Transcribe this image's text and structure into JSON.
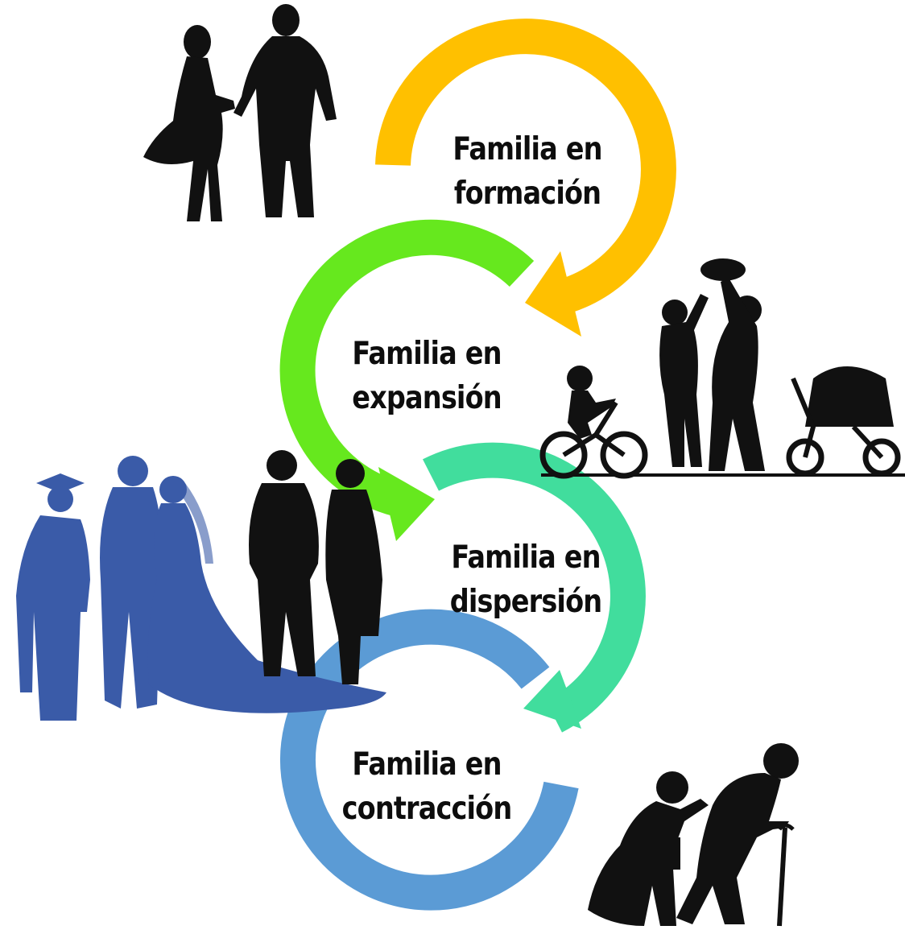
{
  "stages": [
    {
      "line1": "Familia en",
      "line2": "formación",
      "color": "#FFC000"
    },
    {
      "line1": "Familia en",
      "line2": "expansión",
      "color": "#66E81E"
    },
    {
      "line1": "Familia en",
      "line2": "dispersión",
      "color": "#41DD9D"
    },
    {
      "line1": "Familia en",
      "line2": "contracción",
      "color": "#5B9BD5"
    }
  ],
  "illustrations": [
    {
      "name": "young-couple-silhouette-icon",
      "color": "#111111"
    },
    {
      "name": "family-with-children-silhouette-icon",
      "color": "#111111"
    },
    {
      "name": "graduation-wedding-silhouette-icon",
      "color": "#3A5BA8"
    },
    {
      "name": "elderly-couple-silhouette-icon",
      "color": "#111111"
    }
  ]
}
